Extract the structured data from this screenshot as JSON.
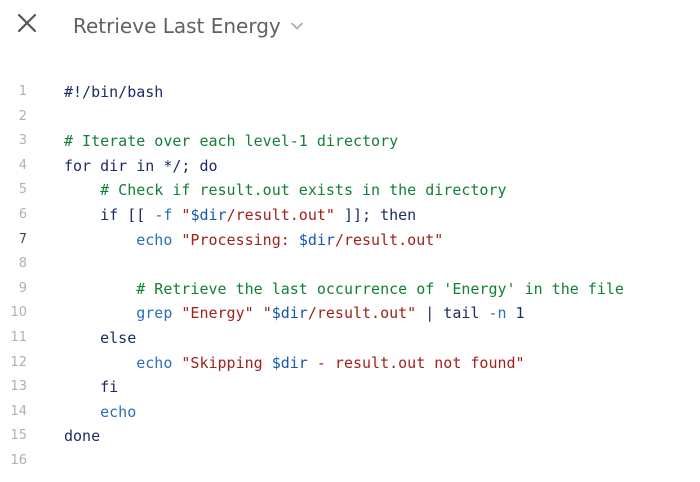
{
  "header": {
    "title": "Retrieve Last Energy",
    "close_icon": "close-icon",
    "chevron_icon": "chevron-down-icon"
  },
  "editor": {
    "active_line": 7,
    "lines": [
      {
        "n": "1",
        "segments": [
          {
            "t": "#!/bin/bash",
            "c": "plain"
          }
        ]
      },
      {
        "n": "2",
        "segments": []
      },
      {
        "n": "3",
        "segments": [
          {
            "t": "# Iterate over each level-1 directory",
            "c": "comment"
          }
        ]
      },
      {
        "n": "4",
        "segments": [
          {
            "t": "for dir in */; do",
            "c": "plain"
          }
        ]
      },
      {
        "n": "5",
        "segments": [
          {
            "t": "    ",
            "c": "plain"
          },
          {
            "t": "# Check if result.out exists in the directory",
            "c": "comment"
          }
        ]
      },
      {
        "n": "6",
        "segments": [
          {
            "t": "    if [[ ",
            "c": "plain"
          },
          {
            "t": "-f",
            "c": "flag"
          },
          {
            "t": " ",
            "c": "plain"
          },
          {
            "t": "\"",
            "c": "string"
          },
          {
            "t": "$dir",
            "c": "var"
          },
          {
            "t": "/result.out\"",
            "c": "string"
          },
          {
            "t": " ]]; then",
            "c": "plain"
          }
        ]
      },
      {
        "n": "7",
        "segments": [
          {
            "t": "        ",
            "c": "plain"
          },
          {
            "t": "echo",
            "c": "builtin"
          },
          {
            "t": " ",
            "c": "plain"
          },
          {
            "t": "\"Processing: ",
            "c": "string"
          },
          {
            "t": "$dir",
            "c": "var"
          },
          {
            "t": "/result.out\"",
            "c": "string"
          }
        ]
      },
      {
        "n": "8",
        "segments": []
      },
      {
        "n": "9",
        "segments": [
          {
            "t": "        ",
            "c": "plain"
          },
          {
            "t": "# Retrieve the last occurrence of 'Energy' in the file",
            "c": "comment"
          }
        ]
      },
      {
        "n": "10",
        "segments": [
          {
            "t": "        ",
            "c": "plain"
          },
          {
            "t": "grep",
            "c": "builtin"
          },
          {
            "t": " ",
            "c": "plain"
          },
          {
            "t": "\"Energy\"",
            "c": "string"
          },
          {
            "t": " ",
            "c": "plain"
          },
          {
            "t": "\"",
            "c": "string"
          },
          {
            "t": "$dir",
            "c": "var"
          },
          {
            "t": "/result.out\"",
            "c": "string"
          },
          {
            "t": " | tail ",
            "c": "plain"
          },
          {
            "t": "-n",
            "c": "flag"
          },
          {
            "t": " 1",
            "c": "plain"
          }
        ]
      },
      {
        "n": "11",
        "segments": [
          {
            "t": "    else",
            "c": "plain"
          }
        ]
      },
      {
        "n": "12",
        "segments": [
          {
            "t": "        ",
            "c": "plain"
          },
          {
            "t": "echo",
            "c": "builtin"
          },
          {
            "t": " ",
            "c": "plain"
          },
          {
            "t": "\"Skipping ",
            "c": "string"
          },
          {
            "t": "$dir",
            "c": "var"
          },
          {
            "t": " - result.out not found\"",
            "c": "string"
          }
        ]
      },
      {
        "n": "13",
        "segments": [
          {
            "t": "    fi",
            "c": "plain"
          }
        ]
      },
      {
        "n": "14",
        "segments": [
          {
            "t": "    ",
            "c": "plain"
          },
          {
            "t": "echo",
            "c": "builtin"
          }
        ]
      },
      {
        "n": "15",
        "segments": [
          {
            "t": "done",
            "c": "plain"
          }
        ]
      },
      {
        "n": "16",
        "segments": []
      }
    ]
  }
}
